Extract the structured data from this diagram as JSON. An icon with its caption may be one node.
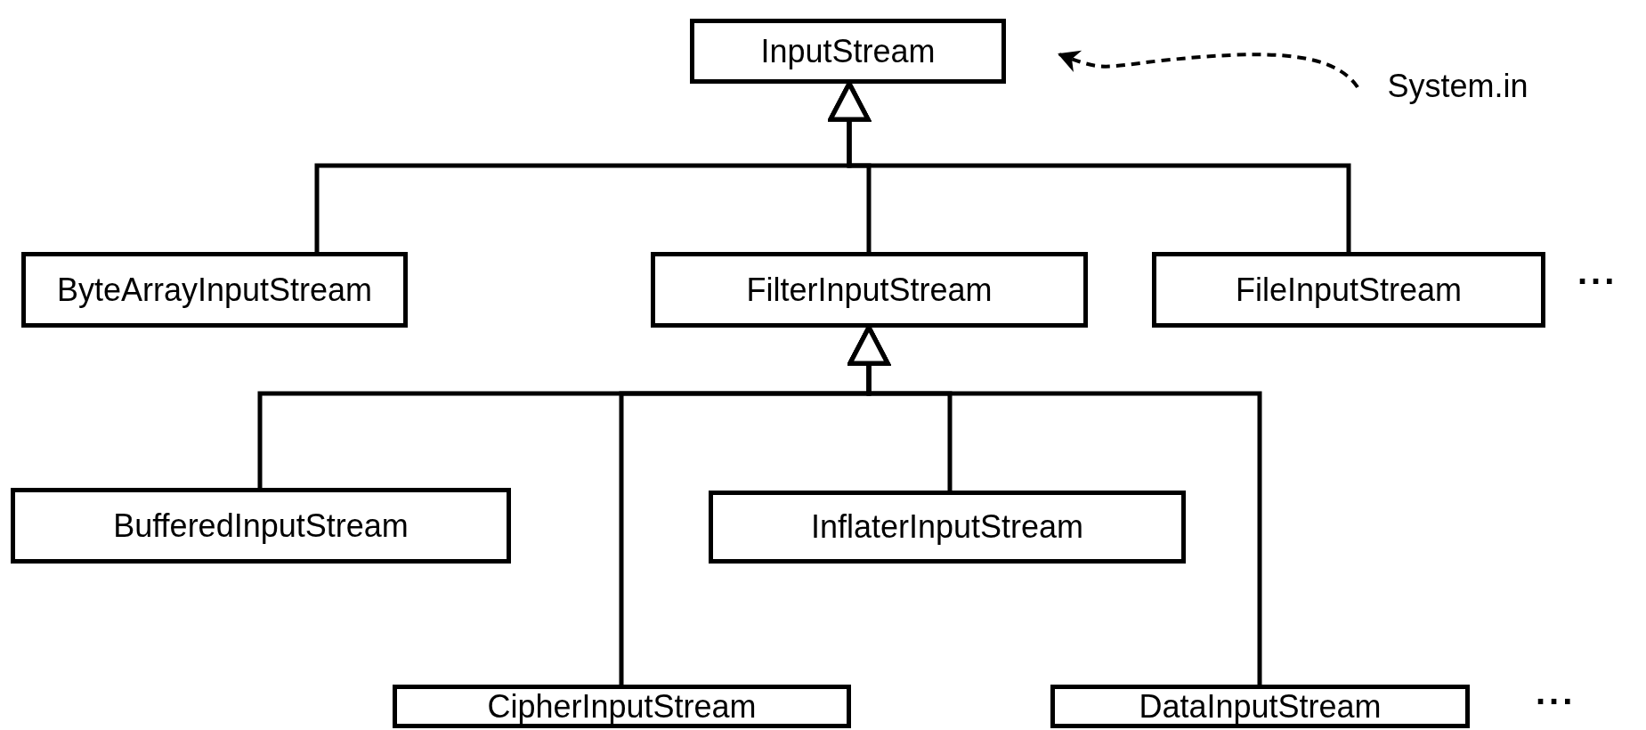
{
  "diagram": {
    "nodes": [
      {
        "text": [
          "InputStream"
        ]
      },
      {
        "text": [
          "ByteArrayInputStream"
        ]
      },
      {
        "text": [
          "FilterInputStream"
        ]
      },
      {
        "text": [
          "FileInputStream"
        ]
      },
      {
        "text": [
          "BufferedInputStream"
        ]
      },
      {
        "text": [
          "InflaterInputStream"
        ]
      },
      {
        "text": [
          "CipherInputStream"
        ]
      },
      {
        "text": [
          "DataInputStream"
        ]
      },
      {
        "text": [
          "System.in"
        ]
      }
    ],
    "edges": [
      {
        "from": 1,
        "to": 0,
        "arrow": "to"
      },
      {
        "from": 2,
        "to": 0,
        "arrow": "to"
      },
      {
        "from": 3,
        "to": 0,
        "arrow": "to"
      },
      {
        "from": 4,
        "to": 2,
        "arrow": "to"
      },
      {
        "from": 6,
        "to": 2,
        "arrow": "to"
      },
      {
        "from": 5,
        "to": 2,
        "arrow": "to"
      },
      {
        "from": 7,
        "to": 2,
        "arrow": "to"
      },
      {
        "from": 8,
        "to": 0,
        "arrow": "to",
        "style": "dashed"
      }
    ],
    "labels": [
      "...",
      "..."
    ]
  }
}
